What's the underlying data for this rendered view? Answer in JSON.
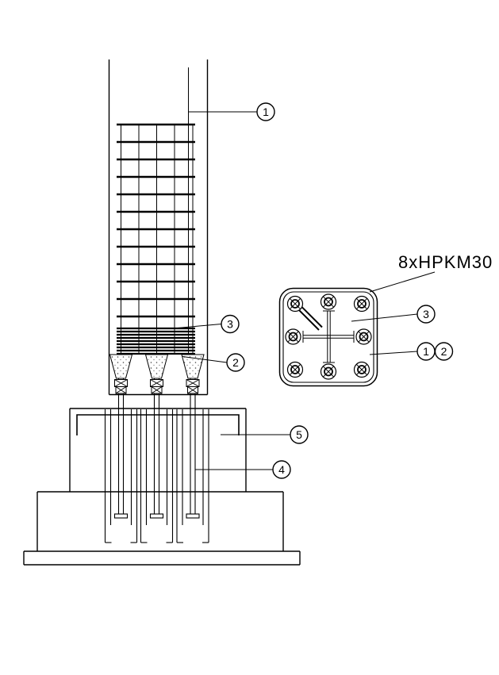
{
  "drawing": {
    "background_color": "#ffffff",
    "line_color": "#000000",
    "type": "structural connection detail"
  },
  "elevation": {
    "callout_rebar": "1",
    "callout_dense_stirrups": "3",
    "callout_anchor_shoe": "2",
    "callout_tie_bar": "5",
    "callout_anchor_bolt": "4"
  },
  "plan": {
    "annotation": "8xHPKM30",
    "callout_stirrups": "3",
    "callout_column": "1",
    "callout_anchor": "2"
  }
}
